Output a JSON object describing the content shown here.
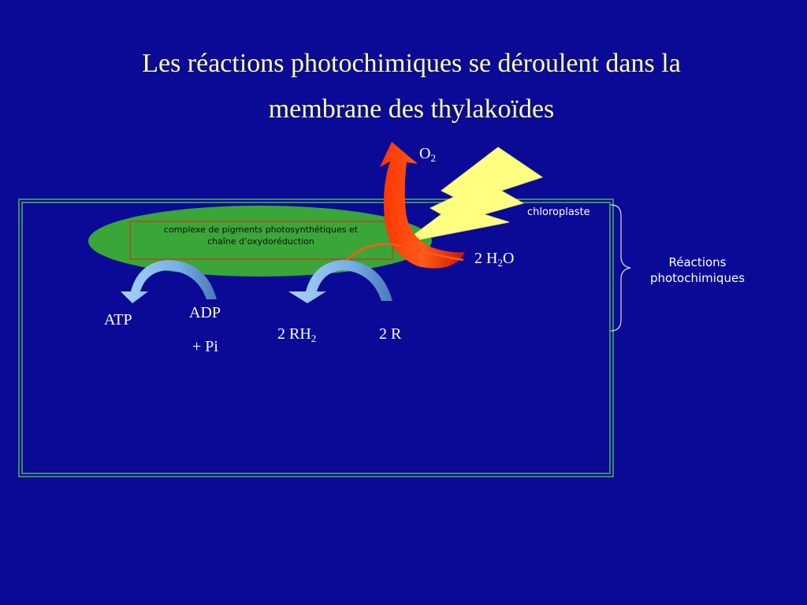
{
  "title": {
    "line1": "Les réactions photochimiques se déroulent dans la",
    "line2": "membrane des thylakoïdes"
  },
  "labels": {
    "o2_main": "O",
    "o2_sub": "2",
    "h2o_main": "2 H",
    "h2o_sub": "2",
    "h2o_tail": "O",
    "chloroplast": "chloroplaste",
    "reactions_line1": "Réactions",
    "reactions_line2": "photochimiques",
    "complex_line1": "complexe de pigments photosynthétiques et",
    "complex_line2": "chaîne d’oxydoréduction",
    "atp": "ATP",
    "adp": "ADP",
    "pi": "+ Pi",
    "rh2_main": "2 RH",
    "rh2_sub": "2",
    "r": "2 R"
  },
  "colors": {
    "background": "#0a0a96",
    "title": "#ffff99",
    "membrane_fill": "#3aa637",
    "lightning": "#ffff80",
    "red_arrow": "#ee2200",
    "blue_arrow": "#7fb6ea",
    "frame": "#3a8a6a"
  }
}
